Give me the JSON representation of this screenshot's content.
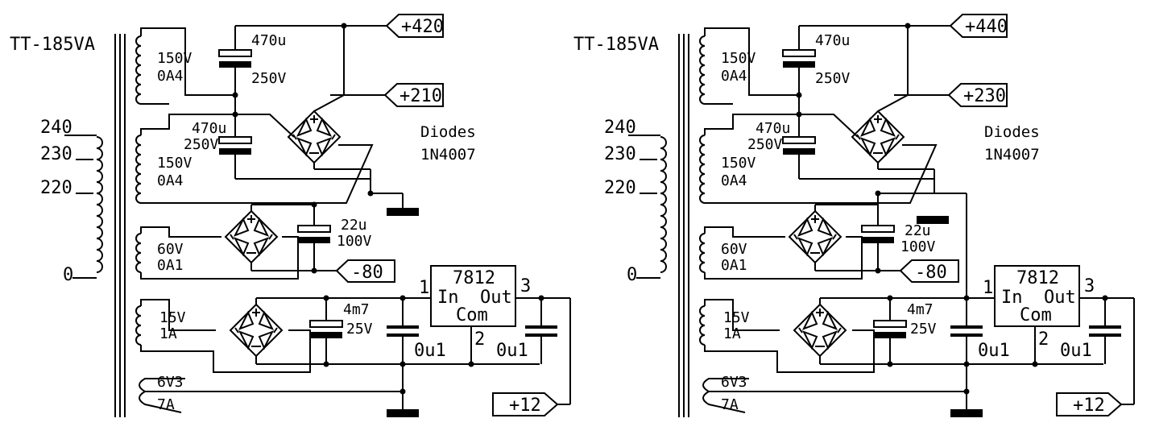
{
  "schematics": [
    {
      "transformer": "TT-185VA",
      "primary_taps": [
        "240",
        "230",
        "220",
        "0"
      ],
      "secondaries": [
        {
          "voltage": "150V",
          "current": "0A4"
        },
        {
          "voltage": "150V",
          "current": "0A4"
        },
        {
          "voltage": "60V",
          "current": "0A1"
        },
        {
          "voltage": "15V",
          "current": "1A"
        },
        {
          "voltage": "6V3",
          "current": "7A"
        }
      ],
      "caps": {
        "c1": {
          "value": "470u",
          "voltage": "250V"
        },
        "c2": {
          "value": "470u",
          "voltage": "250V"
        },
        "c3": {
          "value": "22u",
          "voltage": "100V"
        },
        "c4": {
          "value": "4m7",
          "voltage": "25V"
        },
        "c5": "0u1",
        "c6": "0u1"
      },
      "outputs": {
        "hv": "+420",
        "mv": "+210",
        "neg": "-80",
        "pos": "+12"
      },
      "diodes": {
        "label": "Diodes",
        "part": "1N4007"
      },
      "regulator": {
        "part": "7812",
        "in": "In",
        "out": "Out",
        "com": "Com",
        "pin_in": "1",
        "pin_com": "2",
        "pin_out": "3"
      }
    },
    {
      "transformer": "TT-185VA",
      "primary_taps": [
        "240",
        "230",
        "220",
        "0"
      ],
      "secondaries": [
        {
          "voltage": "150V",
          "current": "0A4"
        },
        {
          "voltage": "150V",
          "current": "0A4"
        },
        {
          "voltage": "60V",
          "current": "0A1"
        },
        {
          "voltage": "15V",
          "current": "1A"
        },
        {
          "voltage": "6V3",
          "current": "7A"
        }
      ],
      "caps": {
        "c1": {
          "value": "470u",
          "voltage": "250V"
        },
        "c2": {
          "value": "470u",
          "voltage": "250V"
        },
        "c3": {
          "value": "22u",
          "voltage": "100V"
        },
        "c4": {
          "value": "4m7",
          "voltage": "25V"
        },
        "c5": "0u1",
        "c6": "0u1"
      },
      "outputs": {
        "hv": "+440",
        "mv": "+230",
        "neg": "-80",
        "pos": "+12"
      },
      "diodes": {
        "label": "Diodes",
        "part": "1N4007"
      },
      "regulator": {
        "part": "7812",
        "in": "In",
        "out": "Out",
        "com": "Com",
        "pin_in": "1",
        "pin_com": "2",
        "pin_out": "3"
      }
    }
  ]
}
